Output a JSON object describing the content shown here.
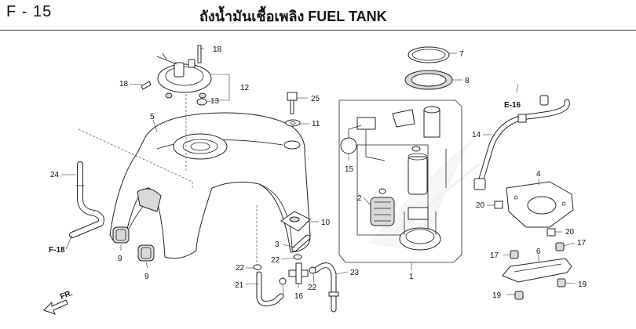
{
  "header": {
    "section_code": "F - 15",
    "title": "ถังน้ำมันเชื้อเพลิง  FUEL TANK"
  },
  "references": {
    "e16": "E-16",
    "f18": "F-18",
    "front": "FR."
  },
  "callouts": {
    "c1": "1",
    "c2": "2",
    "c3": "3",
    "c4": "4",
    "c5": "5",
    "c6": "6",
    "c7": "7",
    "c8": "8",
    "c9a": "9",
    "c9b": "9",
    "c10": "10",
    "c11": "11",
    "c12": "12",
    "c13": "13",
    "c14": "14",
    "c15": "15",
    "c16": "16",
    "c17a": "17",
    "c17b": "17",
    "c18a": "18",
    "c18b": "18",
    "c19a": "19",
    "c19b": "19",
    "c20a": "20",
    "c20b": "20",
    "c21": "21",
    "c22a": "22",
    "c22b": "22",
    "c22c": "22",
    "c23": "23",
    "c24": "24",
    "c25": "25"
  },
  "colors": {
    "line": "#222222",
    "shade": "#d9d9d9",
    "watermark": "#e6e6e6"
  }
}
